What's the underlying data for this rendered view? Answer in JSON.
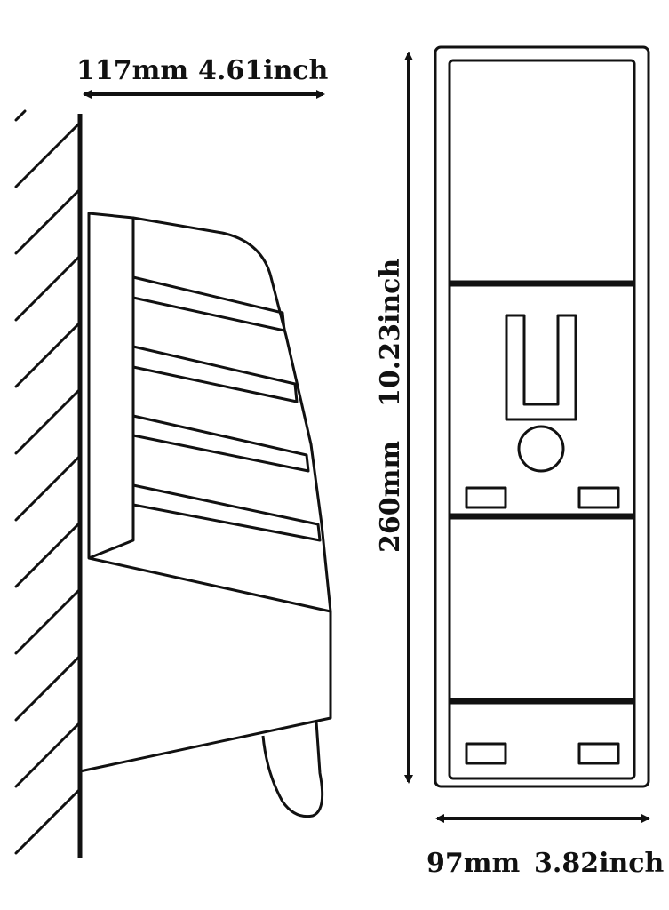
{
  "dimensions": {
    "depth": {
      "mm": "117mm",
      "inch": "4.61inch"
    },
    "height": {
      "mm": "260mm",
      "inch": "10.23inch"
    },
    "width": {
      "mm": "97mm",
      "inch": "3.82inch"
    }
  },
  "colors": {
    "line": "#111111",
    "background": "#ffffff"
  }
}
